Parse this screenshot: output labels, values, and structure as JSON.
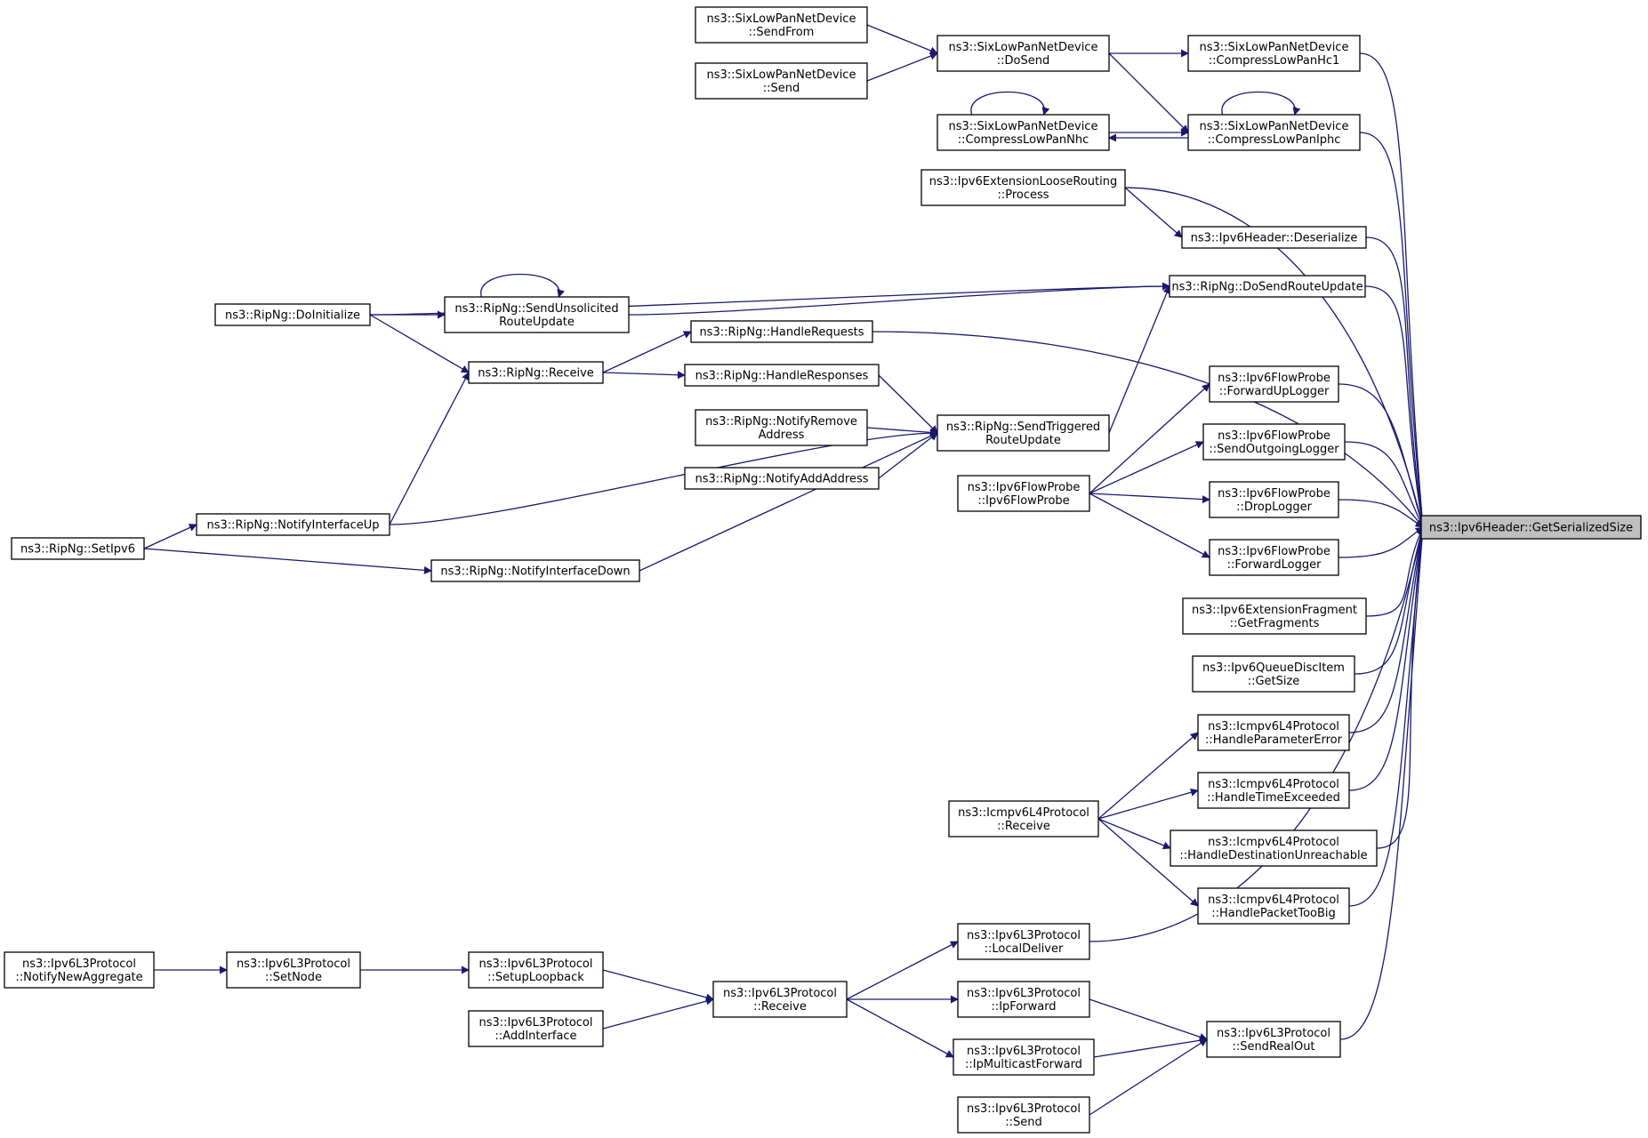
{
  "colors": {
    "edge": "#191970",
    "node_border": "#000000",
    "target_fill": "#bfbfbf",
    "node_fill": "#ffffff"
  },
  "nodes": {
    "target": [
      "ns3::Ipv6Header::GetSerializedSize"
    ],
    "sixlowpan_send_from": [
      "ns3::SixLowPanNetDevice",
      "::SendFrom"
    ],
    "sixlowpan_send": [
      "ns3::SixLowPanNetDevice",
      "::Send"
    ],
    "sixlowpan_do_send": [
      "ns3::SixLowPanNetDevice",
      "::DoSend"
    ],
    "sixlowpan_compress_hc1": [
      "ns3::SixLowPanNetDevice",
      "::CompressLowPanHc1"
    ],
    "sixlowpan_compress_nhc": [
      "ns3::SixLowPanNetDevice",
      "::CompressLowPanNhc"
    ],
    "sixlowpan_compress_iphc": [
      "ns3::SixLowPanNetDevice",
      "::CompressLowPanIphc"
    ],
    "loose_routing_process": [
      "ns3::Ipv6ExtensionLooseRouting",
      "::Process"
    ],
    "ipv6header_deserialize": [
      "ns3::Ipv6Header::Deserialize"
    ],
    "ripng_do_initialize": [
      "ns3::RipNg::DoInitialize"
    ],
    "ripng_send_unsolicited": [
      "ns3::RipNg::SendUnsolicited",
      "RouteUpdate"
    ],
    "ripng_do_send_route_update": [
      "ns3::RipNg::DoSendRouteUpdate"
    ],
    "ripng_handle_requests": [
      "ns3::RipNg::HandleRequests"
    ],
    "ripng_receive": [
      "ns3::RipNg::Receive"
    ],
    "ripng_handle_responses": [
      "ns3::RipNg::HandleResponses"
    ],
    "ripng_notify_remove": [
      "ns3::RipNg::NotifyRemove",
      "Address"
    ],
    "ripng_send_triggered": [
      "ns3::RipNg::SendTriggered",
      "RouteUpdate"
    ],
    "ripng_notify_add": [
      "ns3::RipNg::NotifyAddAddress"
    ],
    "ripng_notify_up": [
      "ns3::RipNg::NotifyInterfaceUp"
    ],
    "ripng_set_ipv6": [
      "ns3::RipNg::SetIpv6"
    ],
    "ripng_notify_down": [
      "ns3::RipNg::NotifyInterfaceDown"
    ],
    "flowprobe_forward_up": [
      "ns3::Ipv6FlowProbe",
      "::ForwardUpLogger"
    ],
    "flowprobe_send_outgoing": [
      "ns3::Ipv6FlowProbe",
      "::SendOutgoingLogger"
    ],
    "flowprobe_drop": [
      "ns3::Ipv6FlowProbe",
      "::DropLogger"
    ],
    "flowprobe_forward": [
      "ns3::Ipv6FlowProbe",
      "::ForwardLogger"
    ],
    "flowprobe_ctor": [
      "ns3::Ipv6FlowProbe",
      "::Ipv6FlowProbe"
    ],
    "fragment_get_fragments": [
      "ns3::Ipv6ExtensionFragment",
      "::GetFragments"
    ],
    "queue_disc_get_size": [
      "ns3::Ipv6QueueDiscItem",
      "::GetSize"
    ],
    "icmp_handle_param_error": [
      "ns3::Icmpv6L4Protocol",
      "::HandleParameterError"
    ],
    "icmp_handle_time_exceeded": [
      "ns3::Icmpv6L4Protocol",
      "::HandleTimeExceeded"
    ],
    "icmp_receive": [
      "ns3::Icmpv6L4Protocol",
      "::Receive"
    ],
    "icmp_handle_dest_unreach": [
      "ns3::Icmpv6L4Protocol",
      "::HandleDestinationUnreachable"
    ],
    "icmp_handle_too_big": [
      "ns3::Icmpv6L4Protocol",
      "::HandlePacketTooBig"
    ],
    "l3_local_deliver": [
      "ns3::Ipv6L3Protocol",
      "::LocalDeliver"
    ],
    "l3_notify_new_aggregate": [
      "ns3::Ipv6L3Protocol",
      "::NotifyNewAggregate"
    ],
    "l3_set_node": [
      "ns3::Ipv6L3Protocol",
      "::SetNode"
    ],
    "l3_setup_loopback": [
      "ns3::Ipv6L3Protocol",
      "::SetupLoopback"
    ],
    "l3_receive": [
      "ns3::Ipv6L3Protocol",
      "::Receive"
    ],
    "l3_ip_forward": [
      "ns3::Ipv6L3Protocol",
      "::IpForward"
    ],
    "l3_add_interface": [
      "ns3::Ipv6L3Protocol",
      "::AddInterface"
    ],
    "l3_send_real_out": [
      "ns3::Ipv6L3Protocol",
      "::SendRealOut"
    ],
    "l3_ip_multicast_forward": [
      "ns3::Ipv6L3Protocol",
      "::IpMulticastForward"
    ],
    "l3_send": [
      "ns3::Ipv6L3Protocol",
      "::Send"
    ]
  },
  "edges": [
    [
      "sixlowpan_send_from",
      "sixlowpan_do_send"
    ],
    [
      "sixlowpan_send",
      "sixlowpan_do_send"
    ],
    [
      "sixlowpan_do_send",
      "sixlowpan_compress_hc1"
    ],
    [
      "sixlowpan_do_send",
      "sixlowpan_compress_iphc"
    ],
    [
      "sixlowpan_compress_nhc",
      "sixlowpan_compress_nhc"
    ],
    [
      "sixlowpan_compress_iphc",
      "sixlowpan_compress_iphc"
    ],
    [
      "sixlowpan_compress_iphc",
      "sixlowpan_compress_nhc"
    ],
    [
      "sixlowpan_compress_nhc",
      "sixlowpan_compress_iphc"
    ],
    [
      "sixlowpan_compress_hc1",
      "target"
    ],
    [
      "sixlowpan_compress_iphc",
      "target"
    ],
    [
      "loose_routing_process",
      "target"
    ],
    [
      "loose_routing_process",
      "ipv6header_deserialize"
    ],
    [
      "ipv6header_deserialize",
      "target"
    ],
    [
      "ripng_do_initialize",
      "ripng_do_send_route_update"
    ],
    [
      "ripng_do_initialize",
      "ripng_send_unsolicited"
    ],
    [
      "ripng_send_unsolicited",
      "ripng_send_unsolicited"
    ],
    [
      "ripng_send_unsolicited",
      "ripng_do_send_route_update"
    ],
    [
      "ripng_do_initialize",
      "ripng_receive"
    ],
    [
      "ripng_receive",
      "ripng_handle_requests"
    ],
    [
      "ripng_receive",
      "ripng_handle_responses"
    ],
    [
      "ripng_handle_requests",
      "target"
    ],
    [
      "ripng_do_send_route_update",
      "target"
    ],
    [
      "ripng_send_triggered",
      "ripng_do_send_route_update"
    ],
    [
      "ripng_handle_responses",
      "ripng_send_triggered"
    ],
    [
      "ripng_notify_remove",
      "ripng_send_triggered"
    ],
    [
      "ripng_notify_add",
      "ripng_send_triggered"
    ],
    [
      "ripng_notify_up",
      "ripng_send_triggered"
    ],
    [
      "ripng_notify_down",
      "ripng_send_triggered"
    ],
    [
      "ripng_notify_up",
      "ripng_receive"
    ],
    [
      "ripng_set_ipv6",
      "ripng_notify_up"
    ],
    [
      "ripng_set_ipv6",
      "ripng_notify_down"
    ],
    [
      "flowprobe_ctor",
      "flowprobe_forward_up"
    ],
    [
      "flowprobe_ctor",
      "flowprobe_send_outgoing"
    ],
    [
      "flowprobe_ctor",
      "flowprobe_drop"
    ],
    [
      "flowprobe_ctor",
      "flowprobe_forward"
    ],
    [
      "flowprobe_forward_up",
      "target"
    ],
    [
      "flowprobe_send_outgoing",
      "target"
    ],
    [
      "flowprobe_drop",
      "target"
    ],
    [
      "flowprobe_forward",
      "target"
    ],
    [
      "fragment_get_fragments",
      "target"
    ],
    [
      "queue_disc_get_size",
      "target"
    ],
    [
      "icmp_receive",
      "icmp_handle_param_error"
    ],
    [
      "icmp_receive",
      "icmp_handle_time_exceeded"
    ],
    [
      "icmp_receive",
      "icmp_handle_dest_unreach"
    ],
    [
      "icmp_receive",
      "icmp_handle_too_big"
    ],
    [
      "icmp_handle_param_error",
      "target"
    ],
    [
      "icmp_handle_time_exceeded",
      "target"
    ],
    [
      "icmp_handle_dest_unreach",
      "target"
    ],
    [
      "icmp_handle_too_big",
      "target"
    ],
    [
      "l3_notify_new_aggregate",
      "l3_set_node"
    ],
    [
      "l3_set_node",
      "l3_setup_loopback"
    ],
    [
      "l3_setup_loopback",
      "l3_receive"
    ],
    [
      "l3_add_interface",
      "l3_receive"
    ],
    [
      "l3_receive",
      "l3_local_deliver"
    ],
    [
      "l3_receive",
      "l3_ip_forward"
    ],
    [
      "l3_receive",
      "l3_ip_multicast_forward"
    ],
    [
      "l3_local_deliver",
      "target"
    ],
    [
      "l3_ip_forward",
      "l3_send_real_out"
    ],
    [
      "l3_ip_multicast_forward",
      "l3_send_real_out"
    ],
    [
      "l3_send",
      "l3_send_real_out"
    ],
    [
      "l3_send_real_out",
      "target"
    ]
  ]
}
